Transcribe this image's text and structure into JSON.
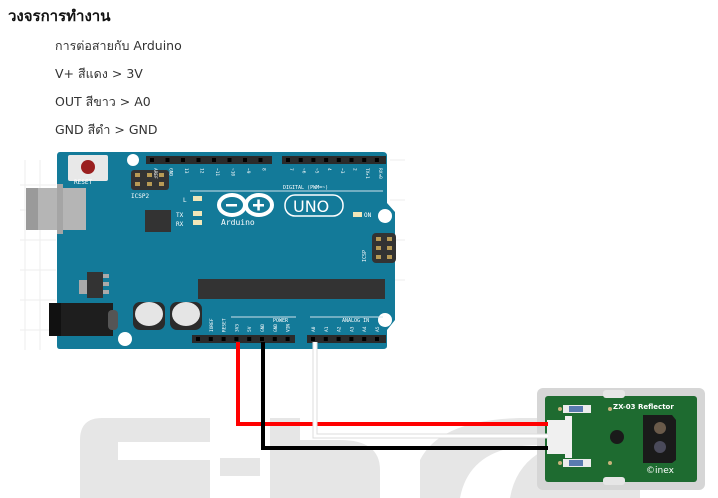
{
  "heading": "วงจรการทำงาน",
  "instructions": [
    "การต่อสายกับ Arduino",
    "V+ สีแดง > 3V",
    "OUT สีขาว > A0",
    "GND สีดำ > GND"
  ],
  "board": {
    "name": "Arduino",
    "model": "UNO",
    "reset_label": "RESET",
    "icsp2_label": "ICSP2",
    "icsp_label": "ICSP",
    "led_labels": [
      "L",
      "TX",
      "RX",
      "ON"
    ],
    "digital_label": "DIGITAL (PWM=~)",
    "digital_pins": [
      "AREF",
      "GND",
      "13",
      "12",
      "~11",
      "~10",
      "~9",
      "8",
      "7",
      "~6",
      "~5",
      "4",
      "~3",
      "2",
      "TX▸1",
      "RX◂0"
    ],
    "power_label": "POWER",
    "power_pins": [
      "IOREF",
      "RESET",
      "3V3",
      "5V",
      "GND",
      "GND",
      "VIN"
    ],
    "analog_label": "ANALOG IN",
    "analog_pins": [
      "A0",
      "A1",
      "A2",
      "A3",
      "A4",
      "A5"
    ]
  },
  "sensor": {
    "name": "ZX-03 Reflector",
    "brand": "©inex"
  },
  "wires": [
    {
      "name": "V+",
      "color": "#ff0000",
      "from": "3V3",
      "to": "sensor-v+"
    },
    {
      "name": "OUT",
      "color": "#ffffff",
      "from": "A0",
      "to": "sensor-out"
    },
    {
      "name": "GND",
      "color": "#000000",
      "from": "GND",
      "to": "sensor-gnd"
    }
  ],
  "colors": {
    "board": "#137a99",
    "pcb": "#1f7a35"
  }
}
